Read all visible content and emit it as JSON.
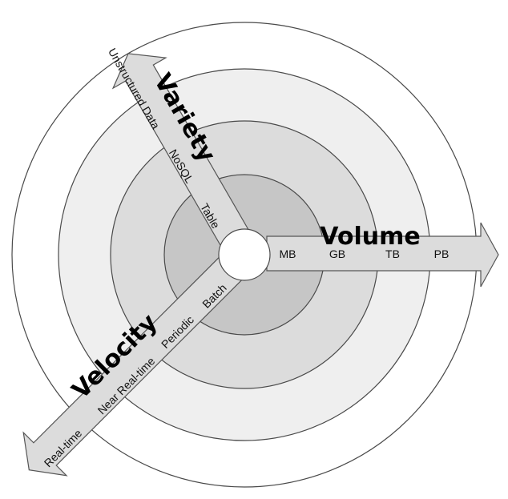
{
  "volume": {
    "title": "Volume",
    "levels": [
      "MB",
      "GB",
      "TB",
      "PB"
    ]
  },
  "variety": {
    "title": "Variety",
    "levels": [
      "Table",
      "NoSQL",
      "Unstructured Data"
    ]
  },
  "velocity": {
    "title": "Velocity",
    "levels": [
      "Batch",
      "Periodic",
      "Near Real-time",
      "Real-time"
    ]
  },
  "colors": {
    "ring_outer": "#ffffff",
    "ring_2": "#efefef",
    "ring_3": "#dcdcdc",
    "ring_inner": "#c6c6c6",
    "arrow_fill": "#dcdcdc",
    "stroke": "#4a4a4a"
  }
}
